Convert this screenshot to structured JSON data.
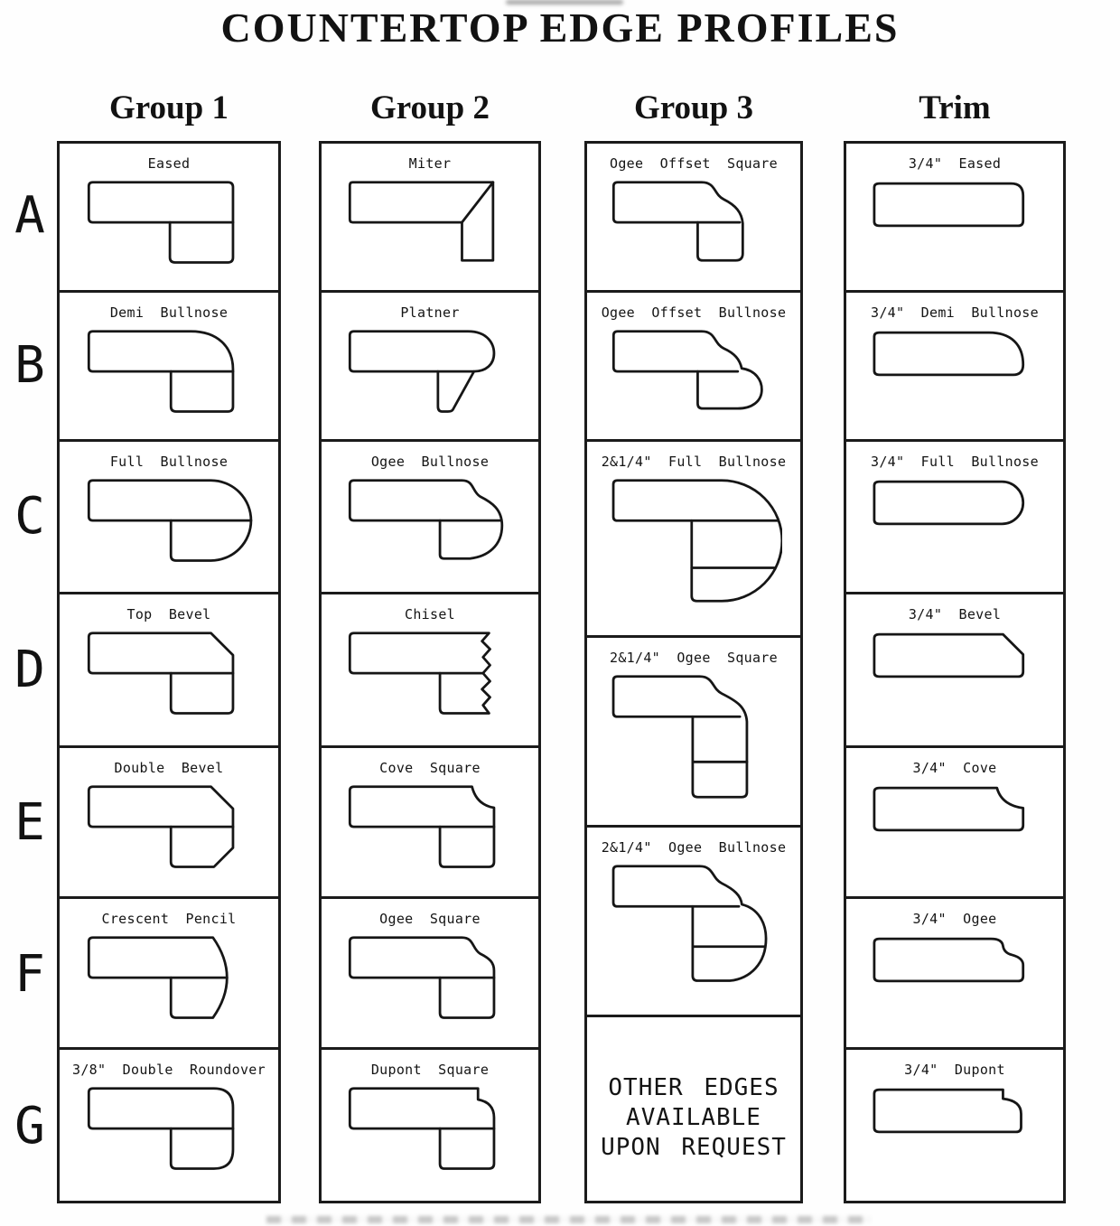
{
  "title": "COUNTERTOP EDGE PROFILES",
  "row_letters": [
    "A",
    "B",
    "C",
    "D",
    "E",
    "F",
    "G"
  ],
  "columns": {
    "group1": {
      "header": "Group 1",
      "cells": [
        {
          "label": "Eased",
          "profile": "eased"
        },
        {
          "label": "Demi Bullnose",
          "profile": "demi-bullnose"
        },
        {
          "label": "Full Bullnose",
          "profile": "full-bullnose"
        },
        {
          "label": "Top Bevel",
          "profile": "top-bevel"
        },
        {
          "label": "Double Bevel",
          "profile": "double-bevel"
        },
        {
          "label": "Crescent Pencil",
          "profile": "crescent-pencil"
        },
        {
          "label": "3/8\" Double Roundover",
          "profile": "double-roundover"
        }
      ]
    },
    "group2": {
      "header": "Group 2",
      "cells": [
        {
          "label": "Miter",
          "profile": "miter"
        },
        {
          "label": "Platner",
          "profile": "platner"
        },
        {
          "label": "Ogee Bullnose",
          "profile": "ogee-bullnose"
        },
        {
          "label": "Chisel",
          "profile": "chisel"
        },
        {
          "label": "Cove Square",
          "profile": "cove-square"
        },
        {
          "label": "Ogee Square",
          "profile": "ogee-square"
        },
        {
          "label": "Dupont Square",
          "profile": "dupont-square"
        }
      ]
    },
    "group3": {
      "header": "Group 3",
      "cells": [
        {
          "label": "Ogee Offset Square",
          "profile": "ogee-offset-square"
        },
        {
          "label": "Ogee Offset Bullnose",
          "profile": "ogee-offset-bullnose"
        },
        {
          "label": "2&1/4\" Full Bullnose",
          "profile": "2-1-4-full-bullnose"
        },
        {
          "label": "2&1/4\" Ogee Square",
          "profile": "2-1-4-ogee-square"
        },
        {
          "label": "2&1/4\" Ogee Bullnose",
          "profile": "2-1-4-ogee-bullnose"
        }
      ],
      "note_lines": [
        "OTHER EDGES",
        "AVAILABLE",
        "UPON REQUEST"
      ]
    },
    "trim": {
      "header": "Trim",
      "cells": [
        {
          "label": "3/4\" Eased",
          "profile": "trim-eased"
        },
        {
          "label": "3/4\" Demi Bullnose",
          "profile": "trim-demi-bullnose"
        },
        {
          "label": "3/4\" Full Bullnose",
          "profile": "trim-full-bullnose"
        },
        {
          "label": "3/4\" Bevel",
          "profile": "trim-bevel"
        },
        {
          "label": "3/4\" Cove",
          "profile": "trim-cove"
        },
        {
          "label": "3/4\" Ogee",
          "profile": "trim-ogee"
        },
        {
          "label": "3/4\" Dupont",
          "profile": "trim-dupont"
        }
      ]
    }
  },
  "colors": {
    "line": "#161616",
    "background": "#ffffff"
  }
}
